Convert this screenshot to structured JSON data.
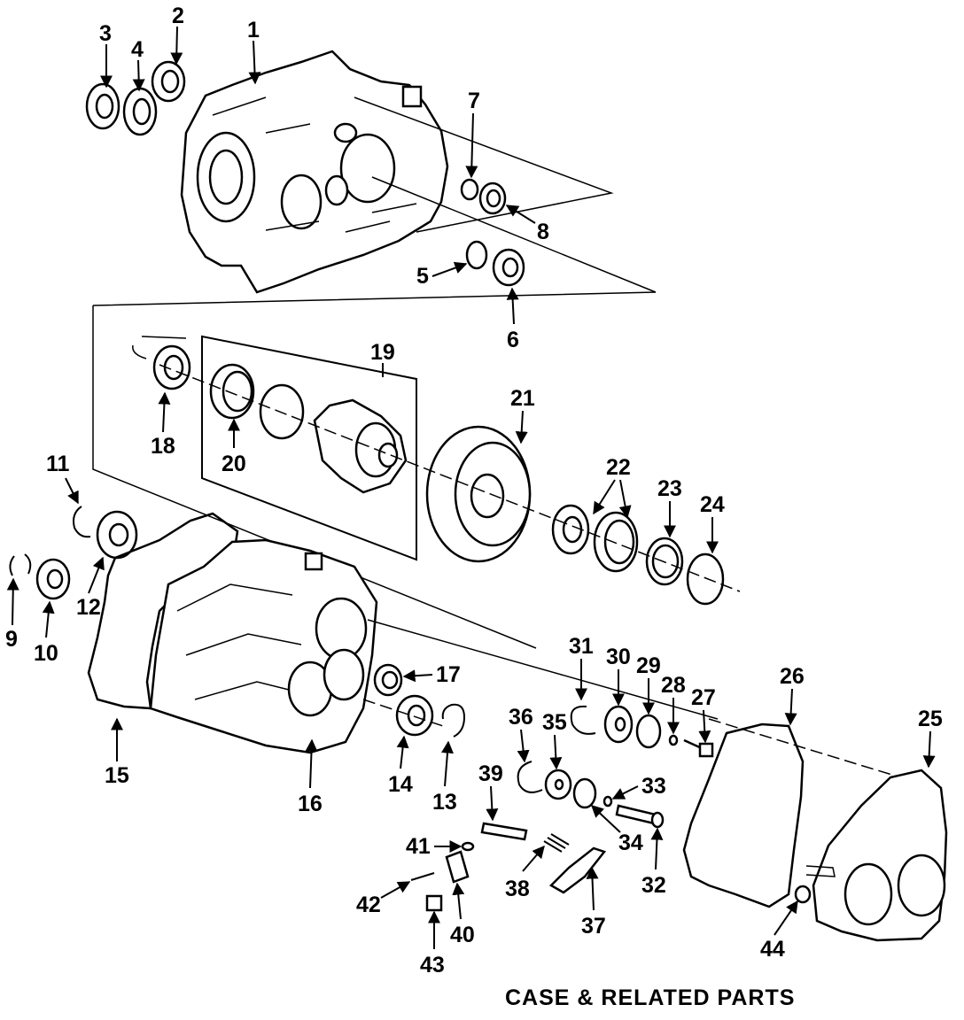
{
  "caption": "CASE & RELATED PARTS",
  "callouts": [
    "1",
    "2",
    "3",
    "4",
    "5",
    "6",
    "7",
    "8",
    "9",
    "10",
    "11",
    "12",
    "13",
    "14",
    "15",
    "16",
    "17",
    "18",
    "19",
    "20",
    "21",
    "22",
    "23",
    "24",
    "25",
    "26",
    "27",
    "28",
    "29",
    "30",
    "31",
    "32",
    "33",
    "34",
    "35",
    "36",
    "37",
    "38",
    "39",
    "40",
    "41",
    "42",
    "43",
    "44"
  ]
}
